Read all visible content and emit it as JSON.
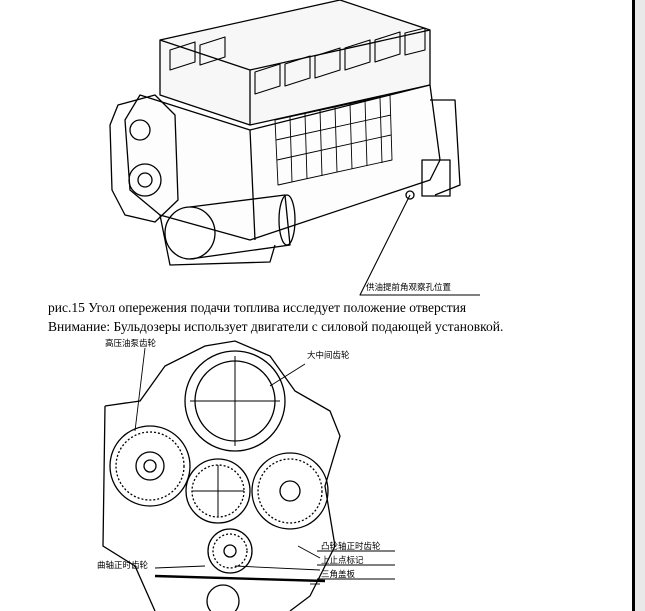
{
  "figure1": {
    "callout": "供油提前角观察孔位置"
  },
  "caption": {
    "line1": "рис.15 Угол опережения подачи топлива исследует положение отверстия",
    "line2": "Внимание: Бульдозеры использует двигатели с силовой подающей установкой."
  },
  "figure2": {
    "labels": {
      "hp_pump_gear": "高压油泵齿轮",
      "big_idler_gear": "大中间齿轮",
      "crank_timing_gear": "曲轴正时齿轮",
      "cam_timing_gear": "凸轮轴正时齿轮",
      "tdc_mark": "上止点标记",
      "triangle_cover": "三角盖板"
    }
  }
}
